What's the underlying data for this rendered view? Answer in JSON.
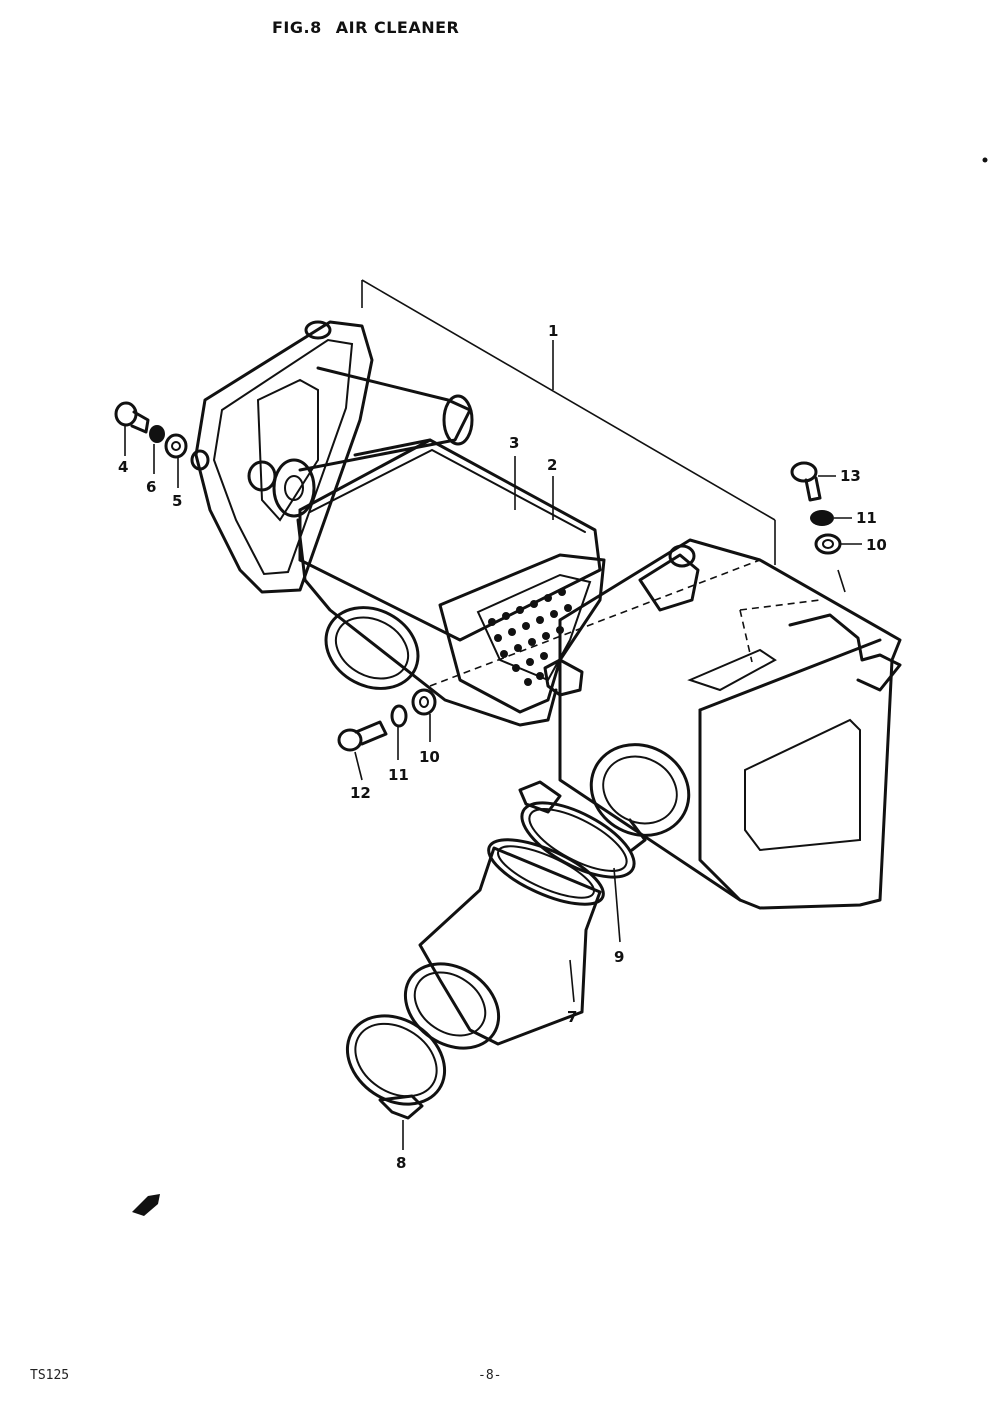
{
  "header": {
    "fig_number": "FIG.8",
    "title": "AIR CLEANER"
  },
  "callouts": [
    {
      "id": "c1",
      "text": "1"
    },
    {
      "id": "c2",
      "text": "2"
    },
    {
      "id": "c3",
      "text": "3"
    },
    {
      "id": "c4",
      "text": "4"
    },
    {
      "id": "c5",
      "text": "5"
    },
    {
      "id": "c6",
      "text": "6"
    },
    {
      "id": "c7",
      "text": "7"
    },
    {
      "id": "c8",
      "text": "8"
    },
    {
      "id": "c9",
      "text": "9"
    },
    {
      "id": "c10a",
      "text": "10"
    },
    {
      "id": "c10b",
      "text": "10"
    },
    {
      "id": "c11a",
      "text": "11"
    },
    {
      "id": "c11b",
      "text": "11"
    },
    {
      "id": "c12",
      "text": "12"
    },
    {
      "id": "c13",
      "text": "13"
    }
  ],
  "footer": {
    "model": "TS125",
    "page": "-8-"
  }
}
